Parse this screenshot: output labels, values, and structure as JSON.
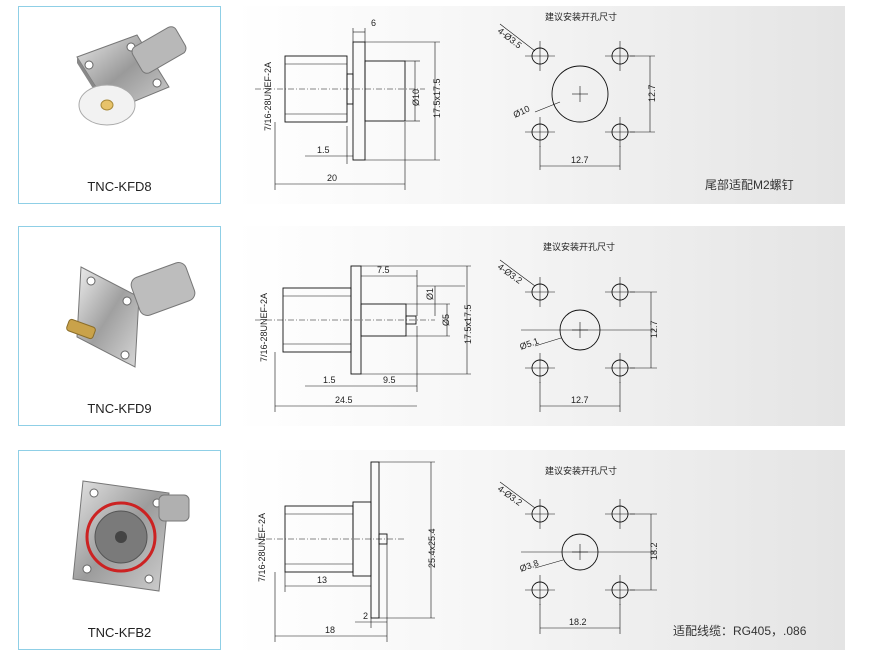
{
  "products": [
    {
      "model": "TNC-KFD8",
      "thread": "7/16-28UNEF-2A",
      "dims": [
        "6",
        "Ø10",
        "17.5x17.5",
        "1.5",
        "20"
      ],
      "hole_title": "建议安装开孔尺寸",
      "hole_dims": [
        "4-Ø3.5",
        "Ø10",
        "12.7",
        "12.7"
      ],
      "note": "尾部适配M2螺钉"
    },
    {
      "model": "TNC-KFD9",
      "thread": "7/16-28UNEF-2A",
      "dims": [
        "7.5",
        "Ø1",
        "Ø5",
        "17.5x17.5",
        "1.5",
        "9.5",
        "24.5"
      ],
      "hole_title": "建议安装开孔尺寸",
      "hole_dims": [
        "4-Ø3.2",
        "Ø5.1",
        "12.7",
        "12.7"
      ],
      "note": ""
    },
    {
      "model": "TNC-KFB2",
      "thread": "7/16-28UNEF-2A",
      "dims": [
        "25.4x25.4",
        "13",
        "2",
        "18"
      ],
      "hole_title": "建议安装开孔尺寸",
      "hole_dims": [
        "4-Ø3.2",
        "Ø3.8",
        "18.2",
        "18.2"
      ],
      "note": "适配线缆：RG405，.086"
    }
  ]
}
